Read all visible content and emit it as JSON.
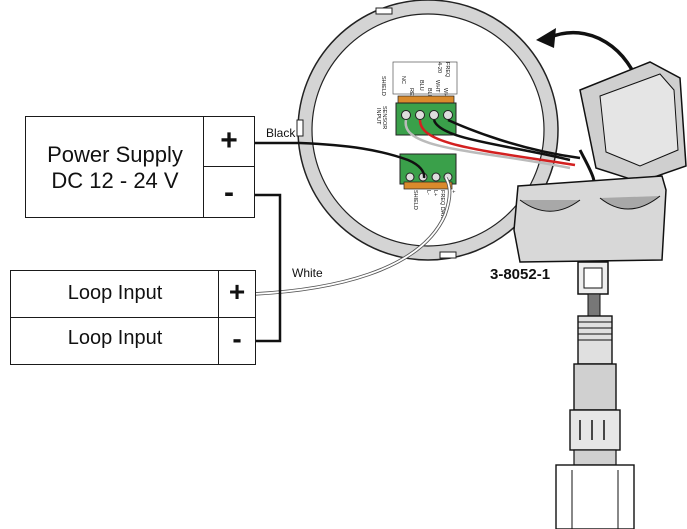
{
  "power_supply": {
    "line1": "Power Supply",
    "line2": "DC 12 - 24 V",
    "plus": "+",
    "minus": "-"
  },
  "loop_inputs": [
    {
      "label": "Loop Input",
      "sign": "+"
    },
    {
      "label": "Loop Input",
      "sign": "-"
    }
  ],
  "wires": {
    "black": "Black",
    "white": "White"
  },
  "model": "3-8052-1",
  "sensor_input": {
    "label_line1": "SENSOR",
    "label_line2": "INPUT",
    "terminals": [
      "SHIELD",
      "NC",
      "RED",
      "BLU",
      "BLK",
      "WHT",
      "WHT"
    ],
    "header_labels": [
      "4-20 mA",
      "FREQ DATA"
    ]
  },
  "output_terminal": {
    "terminals": [
      "SHIELD",
      "L-",
      "L+",
      "FREQ DATA",
      "+"
    ]
  },
  "colors": {
    "black_wire": "#111111",
    "red_wire": "#d32020",
    "white_wire": "#bbbbbb",
    "terminal_green": "#3aa04a",
    "terminal_orange": "#d98a2c",
    "housing_gray": "#b8b8b8"
  }
}
